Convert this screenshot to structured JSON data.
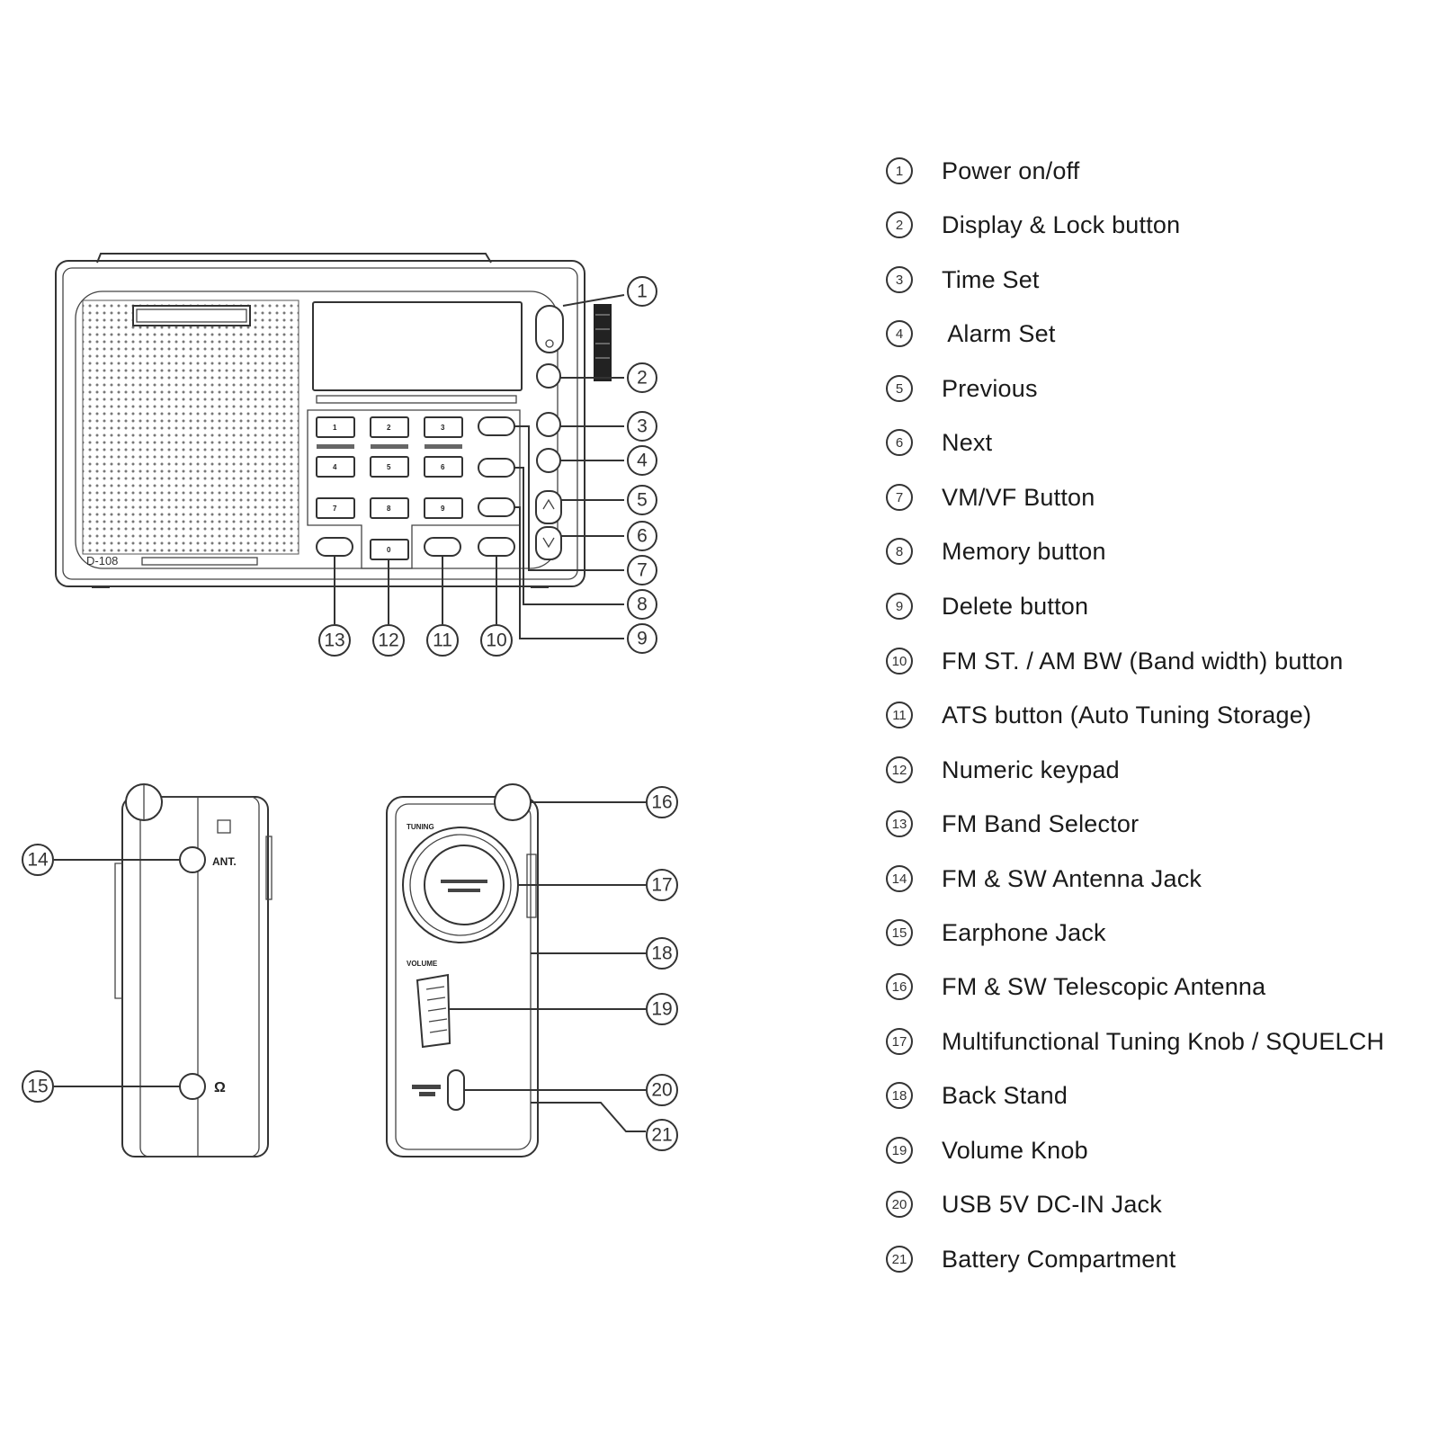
{
  "legend": [
    {
      "num": "1",
      "label": "Power on/off"
    },
    {
      "num": "2",
      "label": "Display & Lock button"
    },
    {
      "num": "3",
      "label": "Time Set"
    },
    {
      "num": "4",
      "label": " Alarm Set"
    },
    {
      "num": "5",
      "label": "Previous"
    },
    {
      "num": "6",
      "label": "Next"
    },
    {
      "num": "7",
      "label": "VM/VF Button"
    },
    {
      "num": "8",
      "label": "Memory button"
    },
    {
      "num": "9",
      "label": "Delete button"
    },
    {
      "num": "10",
      "label": "FM ST. / AM BW (Band width) button"
    },
    {
      "num": "11",
      "label": "ATS button (Auto Tuning Storage)"
    },
    {
      "num": "12",
      "label": "Numeric keypad"
    },
    {
      "num": "13",
      "label": "FM Band Selector"
    },
    {
      "num": "14",
      "label": "FM & SW Antenna Jack"
    },
    {
      "num": "15",
      "label": "Earphone Jack"
    },
    {
      "num": "16",
      "label": "FM & SW Telescopic Antenna"
    },
    {
      "num": "17",
      "label": "Multifunctional Tuning Knob / SQUELCH"
    },
    {
      "num": "18",
      "label": "Back Stand"
    },
    {
      "num": "19",
      "label": "Volume Knob"
    },
    {
      "num": "20",
      "label": "USB 5V DC-IN Jack"
    },
    {
      "num": "21",
      "label": "Battery Compartment"
    }
  ],
  "device": {
    "model": "D-108",
    "ant_label": "ANT.",
    "earphone_symbol": "Ω",
    "tuning_label": "TUNING",
    "volume_label": "VOLUME",
    "keypad": [
      "1",
      "2",
      "3",
      "4",
      "5",
      "6",
      "7",
      "8",
      "9",
      "0"
    ]
  }
}
